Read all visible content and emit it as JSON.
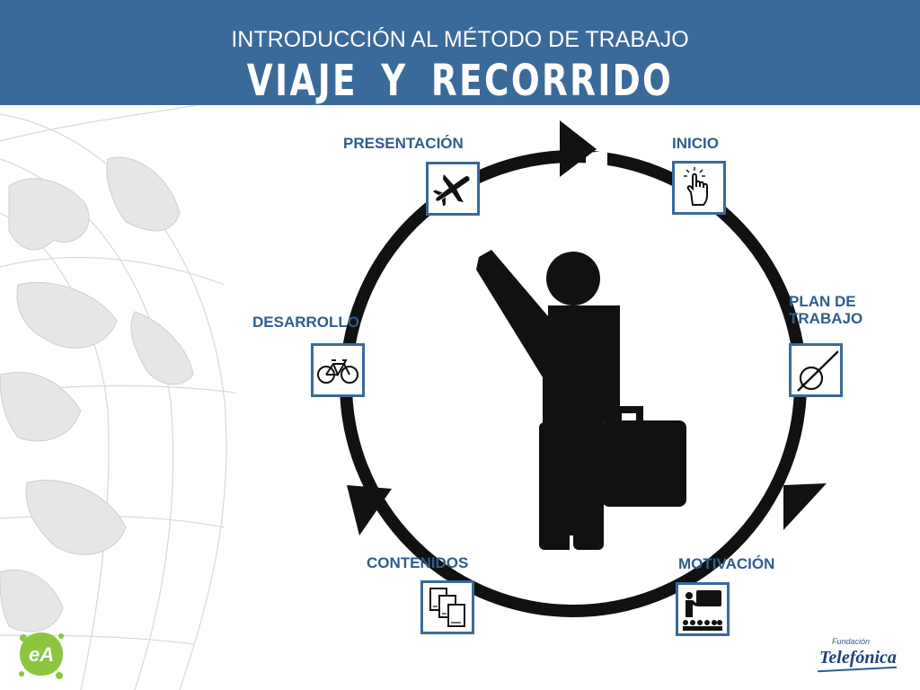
{
  "header": {
    "subtitle": "INTRODUCCIÓN AL MÉTODO DE TRABAJO",
    "title": "VIAJE   Y   RECORRIDO"
  },
  "stages": {
    "presentacion": {
      "label": "PRESENTACIÓN",
      "icon": "airplane-icon"
    },
    "inicio": {
      "label": "INICIO",
      "icon": "pointing-hand-icon"
    },
    "plan": {
      "label_line1": "PLAN DE",
      "label_line2": "TRABAJO",
      "icon": "pencil-circle-icon"
    },
    "desarrollo": {
      "label": "DESARROLLO",
      "icon": "bicycle-icon"
    },
    "contenidos": {
      "label": "CONTENIDOS",
      "icon": "documents-icon"
    },
    "motivacion": {
      "label": "MOTIVACIÓN",
      "icon": "presentation-audience-icon"
    }
  },
  "center_icon": "traveler-with-briefcase-icon",
  "logos": {
    "left": "eA",
    "right_small": "Fundación",
    "right_name": "Telefónica"
  },
  "colors": {
    "header_bg": "#3a6a9a",
    "label_text": "#2f5d8f",
    "cycle": "#111111"
  }
}
